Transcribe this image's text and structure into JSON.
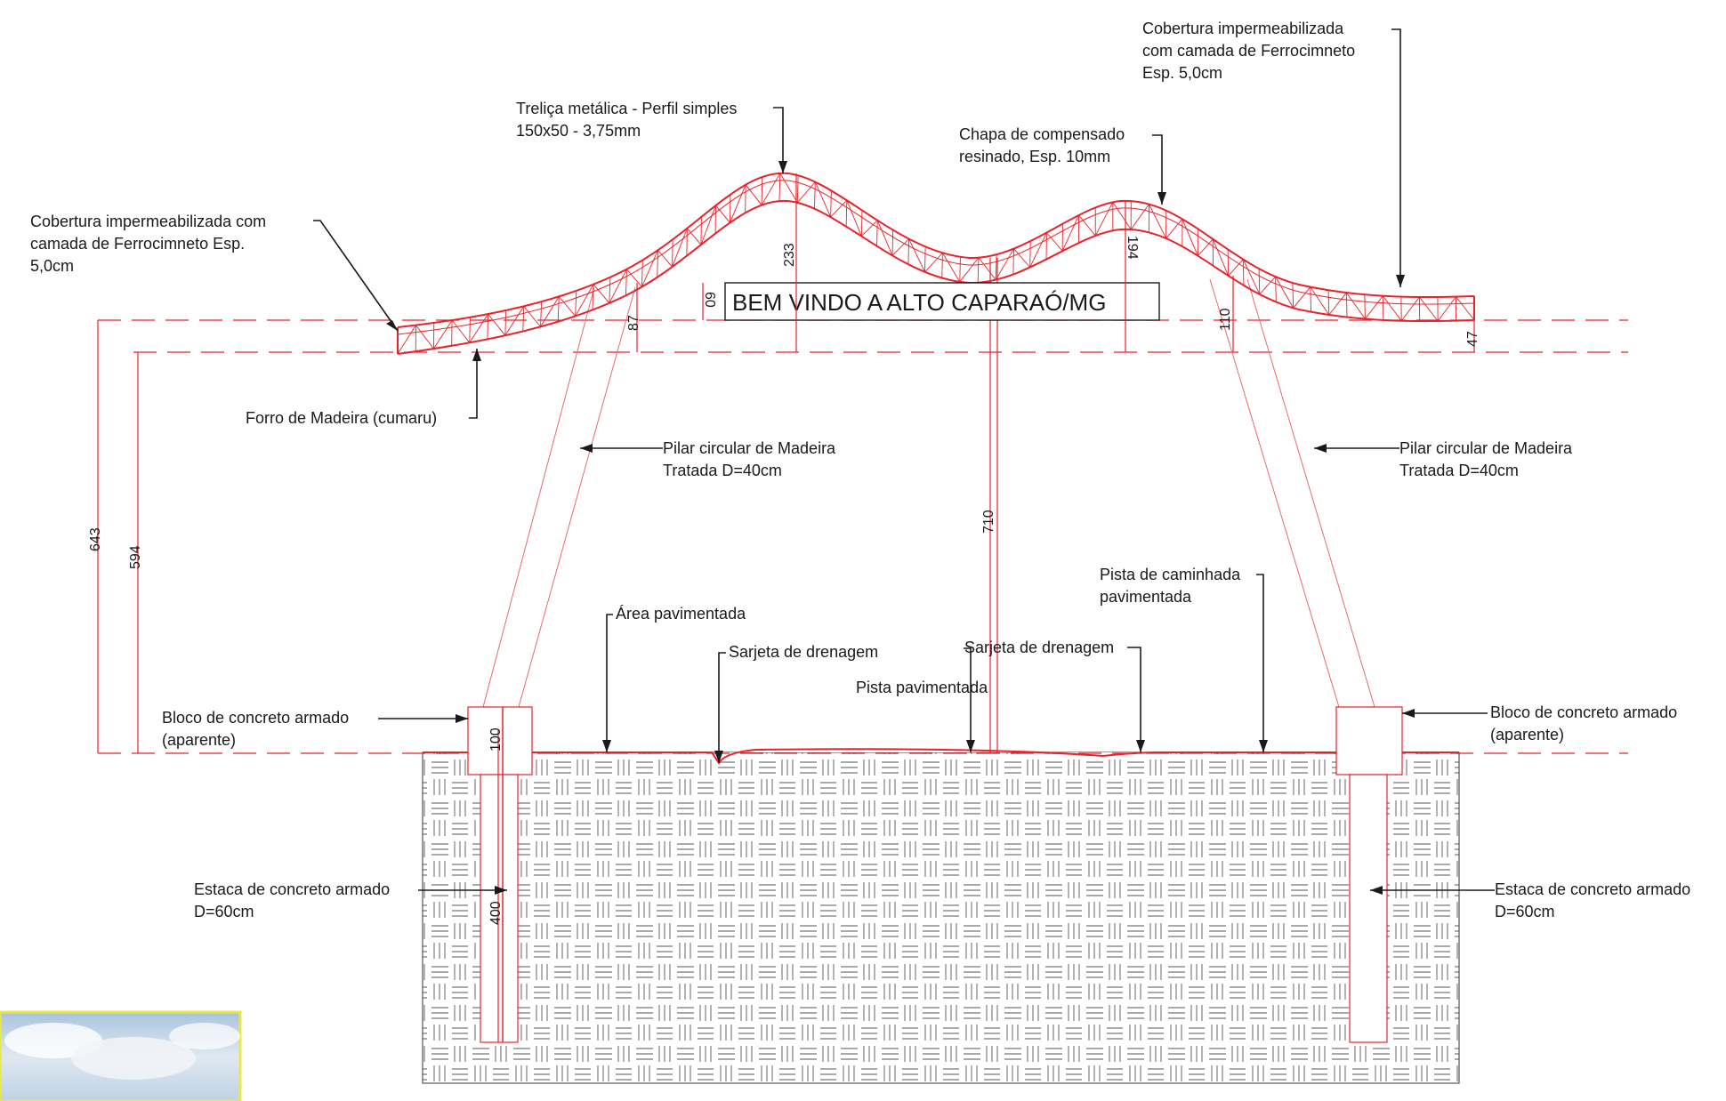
{
  "sign_text": "BEM VINDO A ALTO CAPARAÓ/MG",
  "labels": {
    "cobertura_left": [
      "Cobertura impermeabilizada com",
      "camada de Ferrocimneto Esp.",
      "5,0cm"
    ],
    "trelica": [
      "Treliça metálica - Perfil simples",
      "150x50 - 3,75mm"
    ],
    "chapa": [
      "Chapa de compensado",
      "resinado, Esp. 10mm"
    ],
    "cobertura_right": [
      "Cobertura impermeabilizada",
      "com camada de Ferrocimneto",
      "Esp. 5,0cm"
    ],
    "forro": [
      "Forro de Madeira (cumaru)"
    ],
    "pilar_left": [
      "Pilar circular de Madeira",
      "Tratada D=40cm"
    ],
    "pilar_right": [
      "Pilar circular de Madeira",
      "Tratada D=40cm"
    ],
    "area_pav": [
      "Área pavimentada"
    ],
    "sarjeta_left": [
      "Sarjeta de drenagem"
    ],
    "sarjeta_right": [
      "Sarjeta de drenagem"
    ],
    "pista_pav": [
      "Pista pavimentada"
    ],
    "pista_cam": [
      "Pista de caminhada",
      "pavimentada"
    ],
    "bloco_left": [
      "Bloco de concreto armado",
      "(aparente)"
    ],
    "bloco_right": [
      "Bloco de concreto armado",
      "(aparente)"
    ],
    "estaca_left": [
      "Estaca de concreto armado",
      "D=60cm"
    ],
    "estaca_right": [
      "Estaca de concreto armado",
      "D=60cm"
    ]
  },
  "dimensions": {
    "d643": "643",
    "d594": "594",
    "d87": "87",
    "d60": "60",
    "d233": "233",
    "d710": "710",
    "d194": "194",
    "d110": "110",
    "d47": "47",
    "d100": "100",
    "d400": "400"
  },
  "colors": {
    "structure": "#e8232b",
    "text": "#1a1a1a",
    "sky_border": "#e8e84a"
  }
}
